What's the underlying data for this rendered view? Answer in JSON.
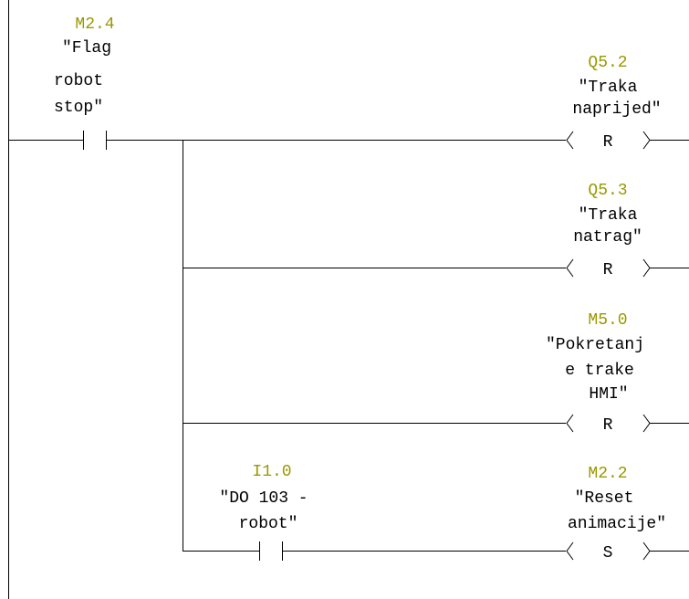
{
  "network": {
    "contacts": [
      {
        "address": "M2.4",
        "symbol_lines": [
          "\"Flag",
          "robot",
          "stop\""
        ]
      },
      {
        "address": "I1.0",
        "symbol_lines": [
          "\"DO 103 -",
          "robot\""
        ]
      }
    ],
    "coils": [
      {
        "address": "Q5.2",
        "symbol_lines": [
          "\"Traka",
          "naprijed\""
        ],
        "type": "R"
      },
      {
        "address": "Q5.3",
        "symbol_lines": [
          "\"Traka",
          "natrag\""
        ],
        "type": "R"
      },
      {
        "address": "M5.0",
        "symbol_lines": [
          "\"Pokretanj",
          "e trake",
          "HMI\""
        ],
        "type": "R"
      },
      {
        "address": "M2.2",
        "symbol_lines": [
          "\"Reset",
          "animacije\""
        ],
        "type": "S"
      }
    ]
  }
}
